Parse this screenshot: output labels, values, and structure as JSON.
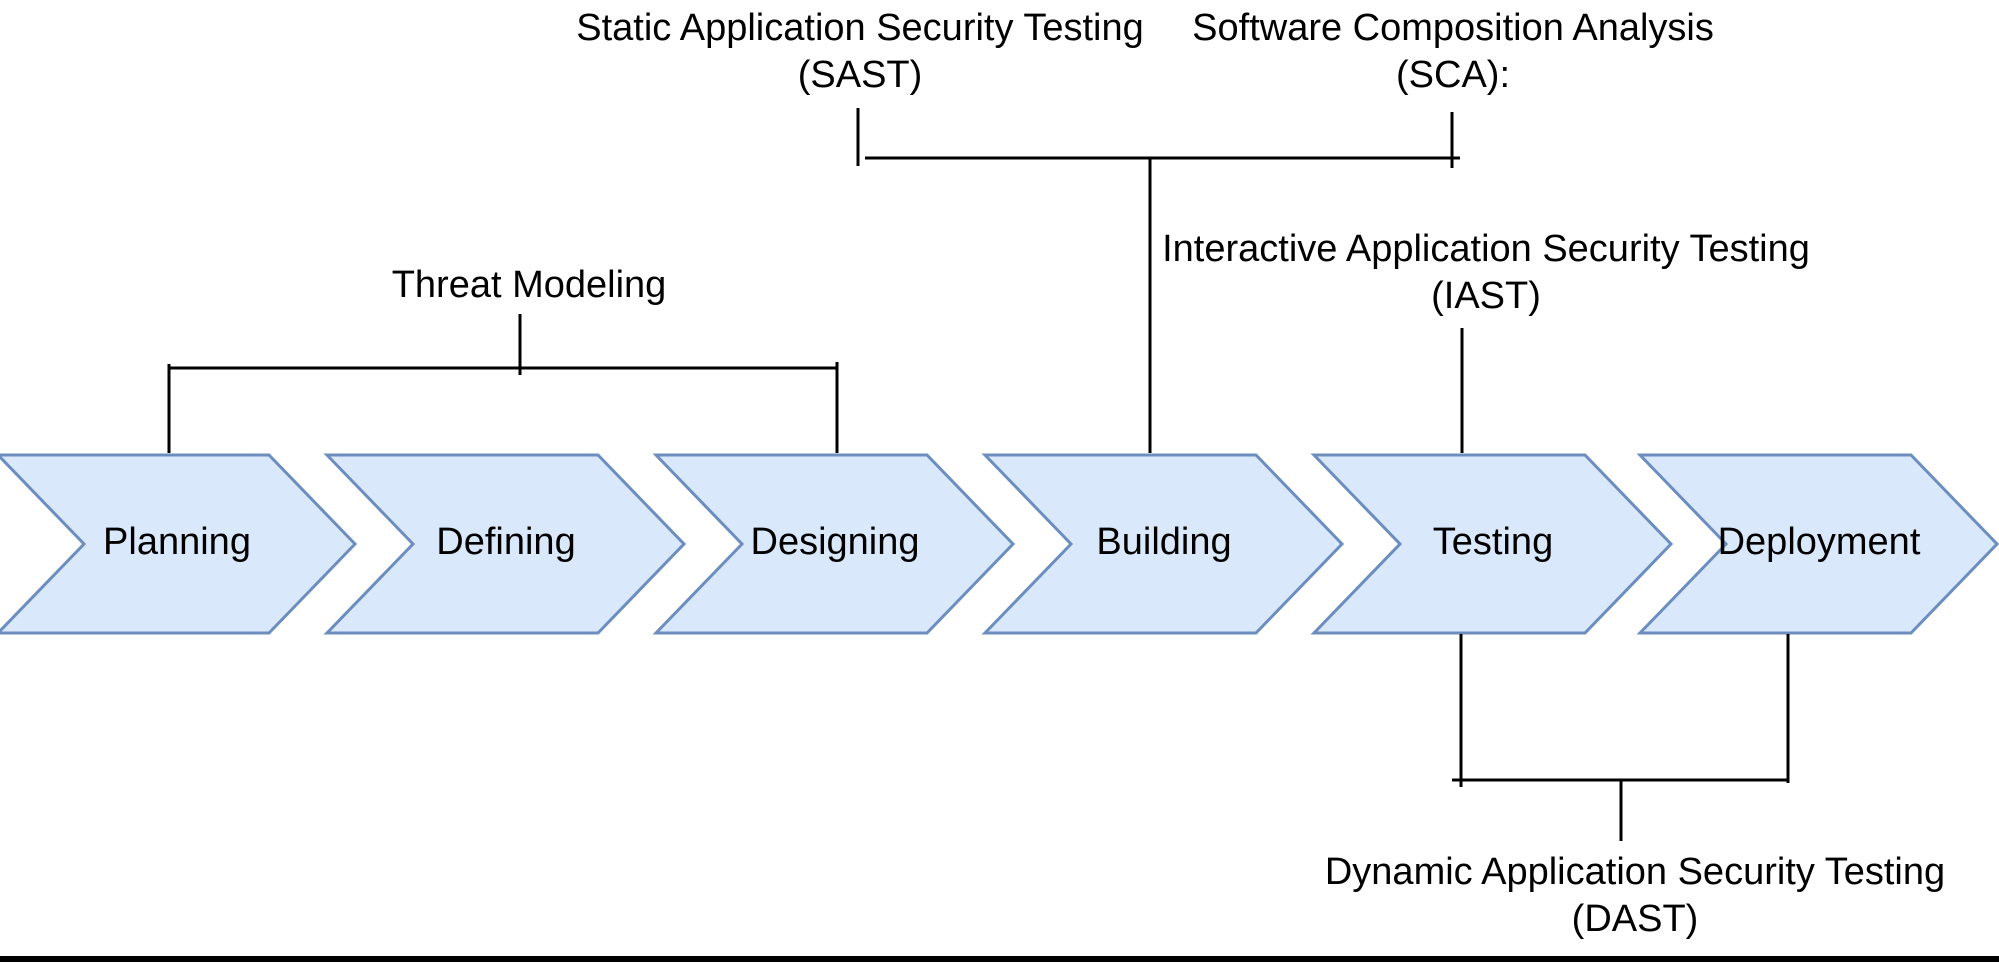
{
  "phases": [
    {
      "label": "Planning"
    },
    {
      "label": "Defining"
    },
    {
      "label": "Designing"
    },
    {
      "label": "Building"
    },
    {
      "label": "Testing"
    },
    {
      "label": "Deployment"
    }
  ],
  "annotations": {
    "sast": {
      "line1": "Static Application Security Testing",
      "line2": "(SAST)"
    },
    "sca": {
      "line1": "Software Composition Analysis",
      "line2": "(SCA):"
    },
    "iast": {
      "line1": "Interactive Application Security Testing",
      "line2": "(IAST)"
    },
    "threat": {
      "label": "Threat Modeling"
    },
    "dast": {
      "line1": "Dynamic Application Security Testing",
      "line2": "(DAST)"
    }
  },
  "colors": {
    "background": "#ffffff",
    "shape_fill": "#dae8fc",
    "shape_stroke": "#6c8ebf",
    "connector": "#000000",
    "text": "#000000",
    "bottom_bar": "#000000"
  }
}
